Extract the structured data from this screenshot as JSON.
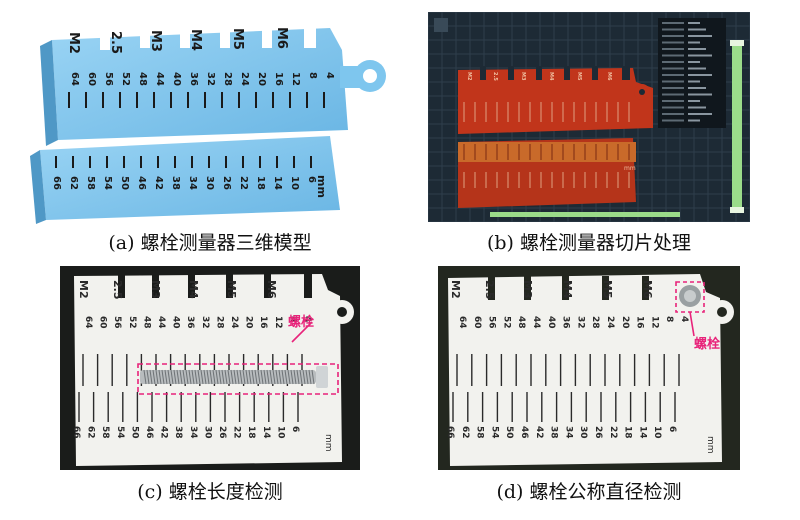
{
  "figure": {
    "panels": [
      {
        "caption": "(a) 螺栓测量器三维模型",
        "view": "3d-model"
      },
      {
        "caption": "(b) 螺栓测量器切片处理",
        "view": "slicer-software"
      },
      {
        "caption": "(c) 螺栓长度检测",
        "view": "photo-length-test"
      },
      {
        "caption": "(d) 螺栓公称直径检测",
        "view": "photo-diameter-test"
      }
    ]
  },
  "gauge": {
    "slots": [
      "M2",
      "2.5",
      "M3",
      "M4",
      "M5",
      "M6"
    ],
    "upper_scale": [
      "64",
      "60",
      "56",
      "52",
      "48",
      "44",
      "40",
      "36",
      "32",
      "28",
      "24",
      "20",
      "16",
      "12",
      "8",
      "4"
    ],
    "lower_scale": [
      "66",
      "62",
      "58",
      "54",
      "50",
      "46",
      "42",
      "38",
      "34",
      "30",
      "26",
      "22",
      "18",
      "14",
      "10",
      "6"
    ],
    "unit": "mm"
  },
  "annotation": {
    "label": "螺栓"
  },
  "colors": {
    "model_blue": "#7ec6ee",
    "slicer_bg": "#1d2a35",
    "slicer_part": "#c1351b",
    "photo_bg": "#1a1c1a",
    "annotation_pink": "#e8237a"
  }
}
